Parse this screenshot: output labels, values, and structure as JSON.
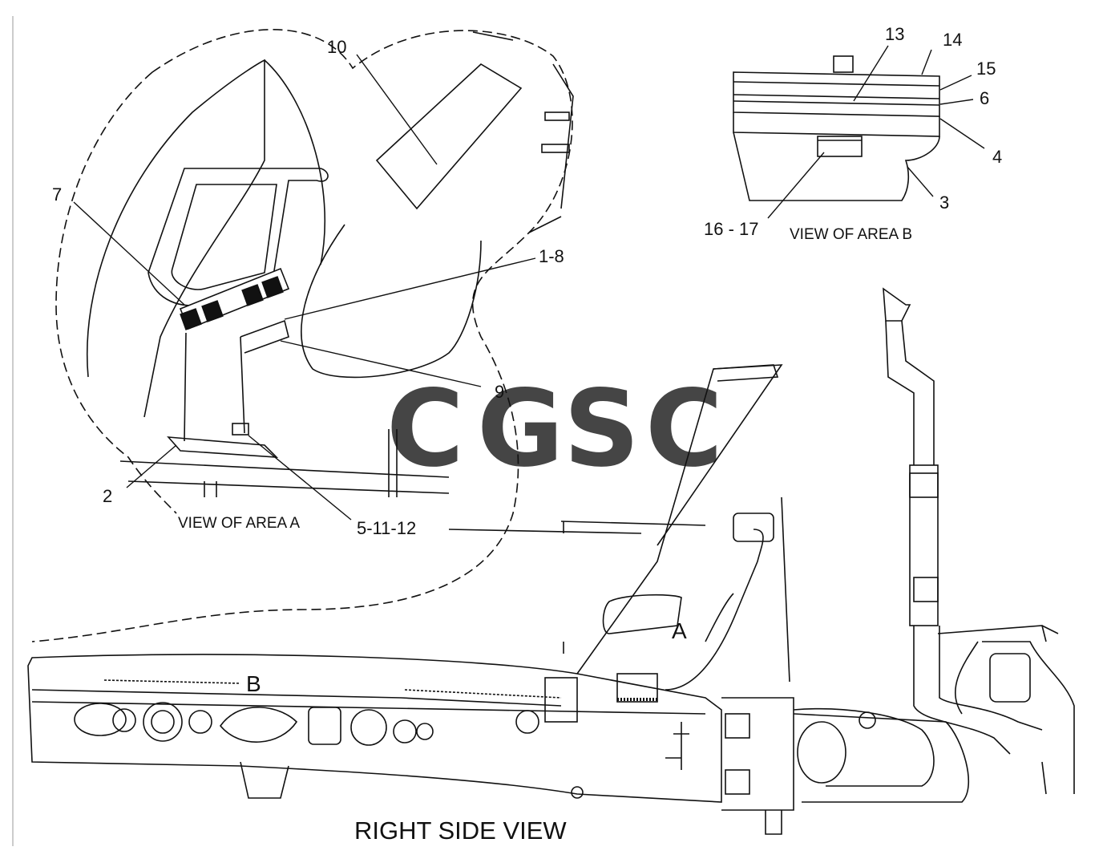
{
  "title": "RIGHT SIDE VIEW",
  "captions": {
    "area_a": "VIEW OF AREA A",
    "area_b": "VIEW OF AREA B"
  },
  "area_markers": {
    "a": "A",
    "b": "B"
  },
  "callouts": {
    "c10": "10",
    "c7": "7",
    "c1_8": "1-8",
    "c9": "9",
    "c2": "2",
    "c5_11_12": "5-11-12",
    "c13": "13",
    "c14": "14",
    "c15": "15",
    "c6": "6",
    "c4": "4",
    "c3": "3",
    "c16_17": "16 - 17"
  },
  "watermark": {
    "letters": [
      "C",
      "G",
      "S",
      "C"
    ],
    "colors": [
      "#4a8cf0",
      "#ea5a4a",
      "#f5c51c",
      "#2c9c5c"
    ]
  }
}
